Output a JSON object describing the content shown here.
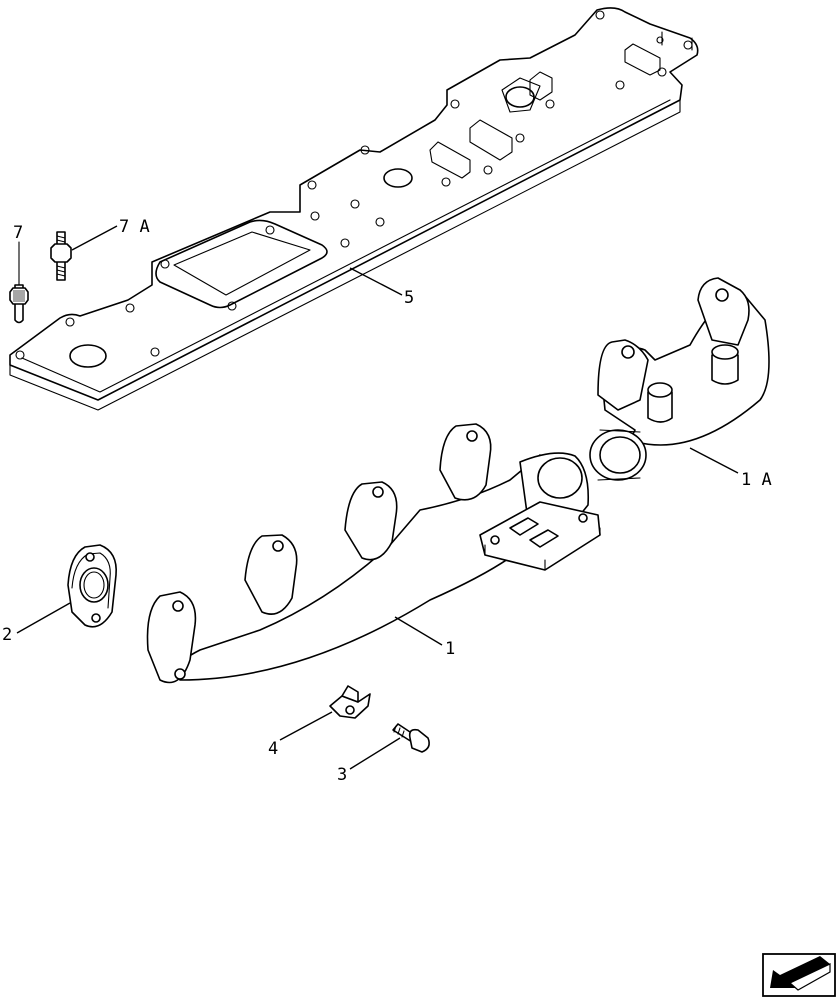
{
  "callouts": {
    "p7": "7",
    "p7a": "7 A",
    "p5": "5",
    "p1a": "1 A",
    "p2": "2",
    "p1": "1",
    "p4": "4",
    "p3": "3"
  },
  "nav_icon": "previous-page-arrow-icon"
}
